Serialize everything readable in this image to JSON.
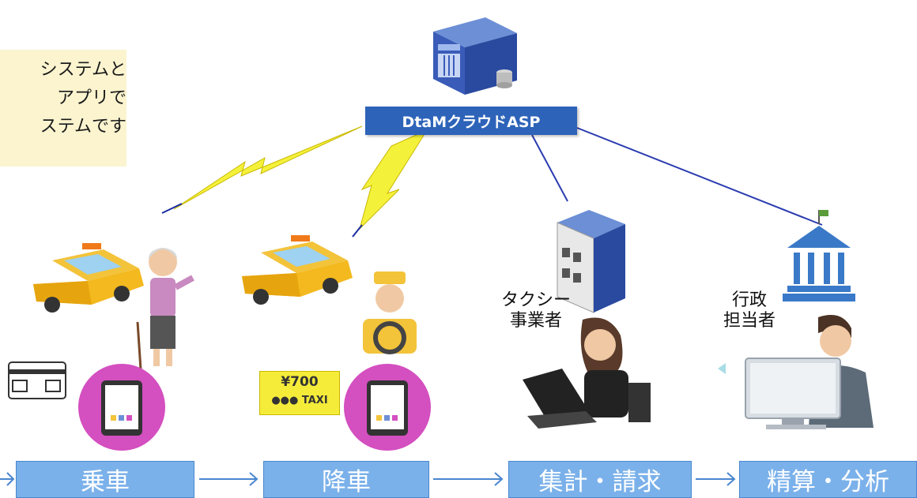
{
  "intro_text": [
    "システムと",
    "アプリで",
    "ステムです"
  ],
  "cloud": {
    "label": "DtaMクラウドASP"
  },
  "taxi_company": {
    "label_line1": "タクシー",
    "label_line2": "事業者"
  },
  "government": {
    "label_line1": "行政",
    "label_line2": "担当者"
  },
  "fare_sign": {
    "amount": "¥700",
    "taxi_word": "TAXI"
  },
  "steps": [
    {
      "label": "乗車"
    },
    {
      "label": "降車"
    },
    {
      "label": "集計・請求"
    },
    {
      "label": "精算・分析"
    }
  ],
  "colors": {
    "step_fill": "#7bb1ea",
    "asp_fill": "#2d63b9",
    "lightning": "#f4f13a",
    "connector": "#2b3cb0",
    "intro_bg": "#fbf4cf"
  }
}
